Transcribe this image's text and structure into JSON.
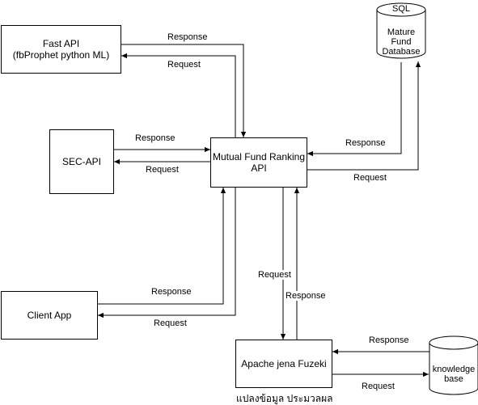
{
  "nodes": {
    "fast_api": "Fast API\n(fbProphet python ML)",
    "sec_api": "SEC-API",
    "client_app": "Client App",
    "ranking_api": "Mutual Fund Ranking\nAPI",
    "fuzeki": "Apache jena Fuzeki",
    "fuzeki_caption": "แปลงข้อมูล ประมวลผล",
    "sql_db_title": "SQL",
    "sql_db_body": "Mature\nFund\nDatabase",
    "knowledge_base": "knowledge\nbase"
  },
  "labels": {
    "fast_response": "Response",
    "fast_request": "Request",
    "sec_response": "Response",
    "sec_request": "Request",
    "client_response": "Response",
    "client_request": "Request",
    "sql_response": "Response",
    "sql_request": "Request",
    "fuzeki_request": "Request",
    "fuzeki_response": "Response",
    "kb_response": "Response",
    "kb_request": "Request"
  }
}
